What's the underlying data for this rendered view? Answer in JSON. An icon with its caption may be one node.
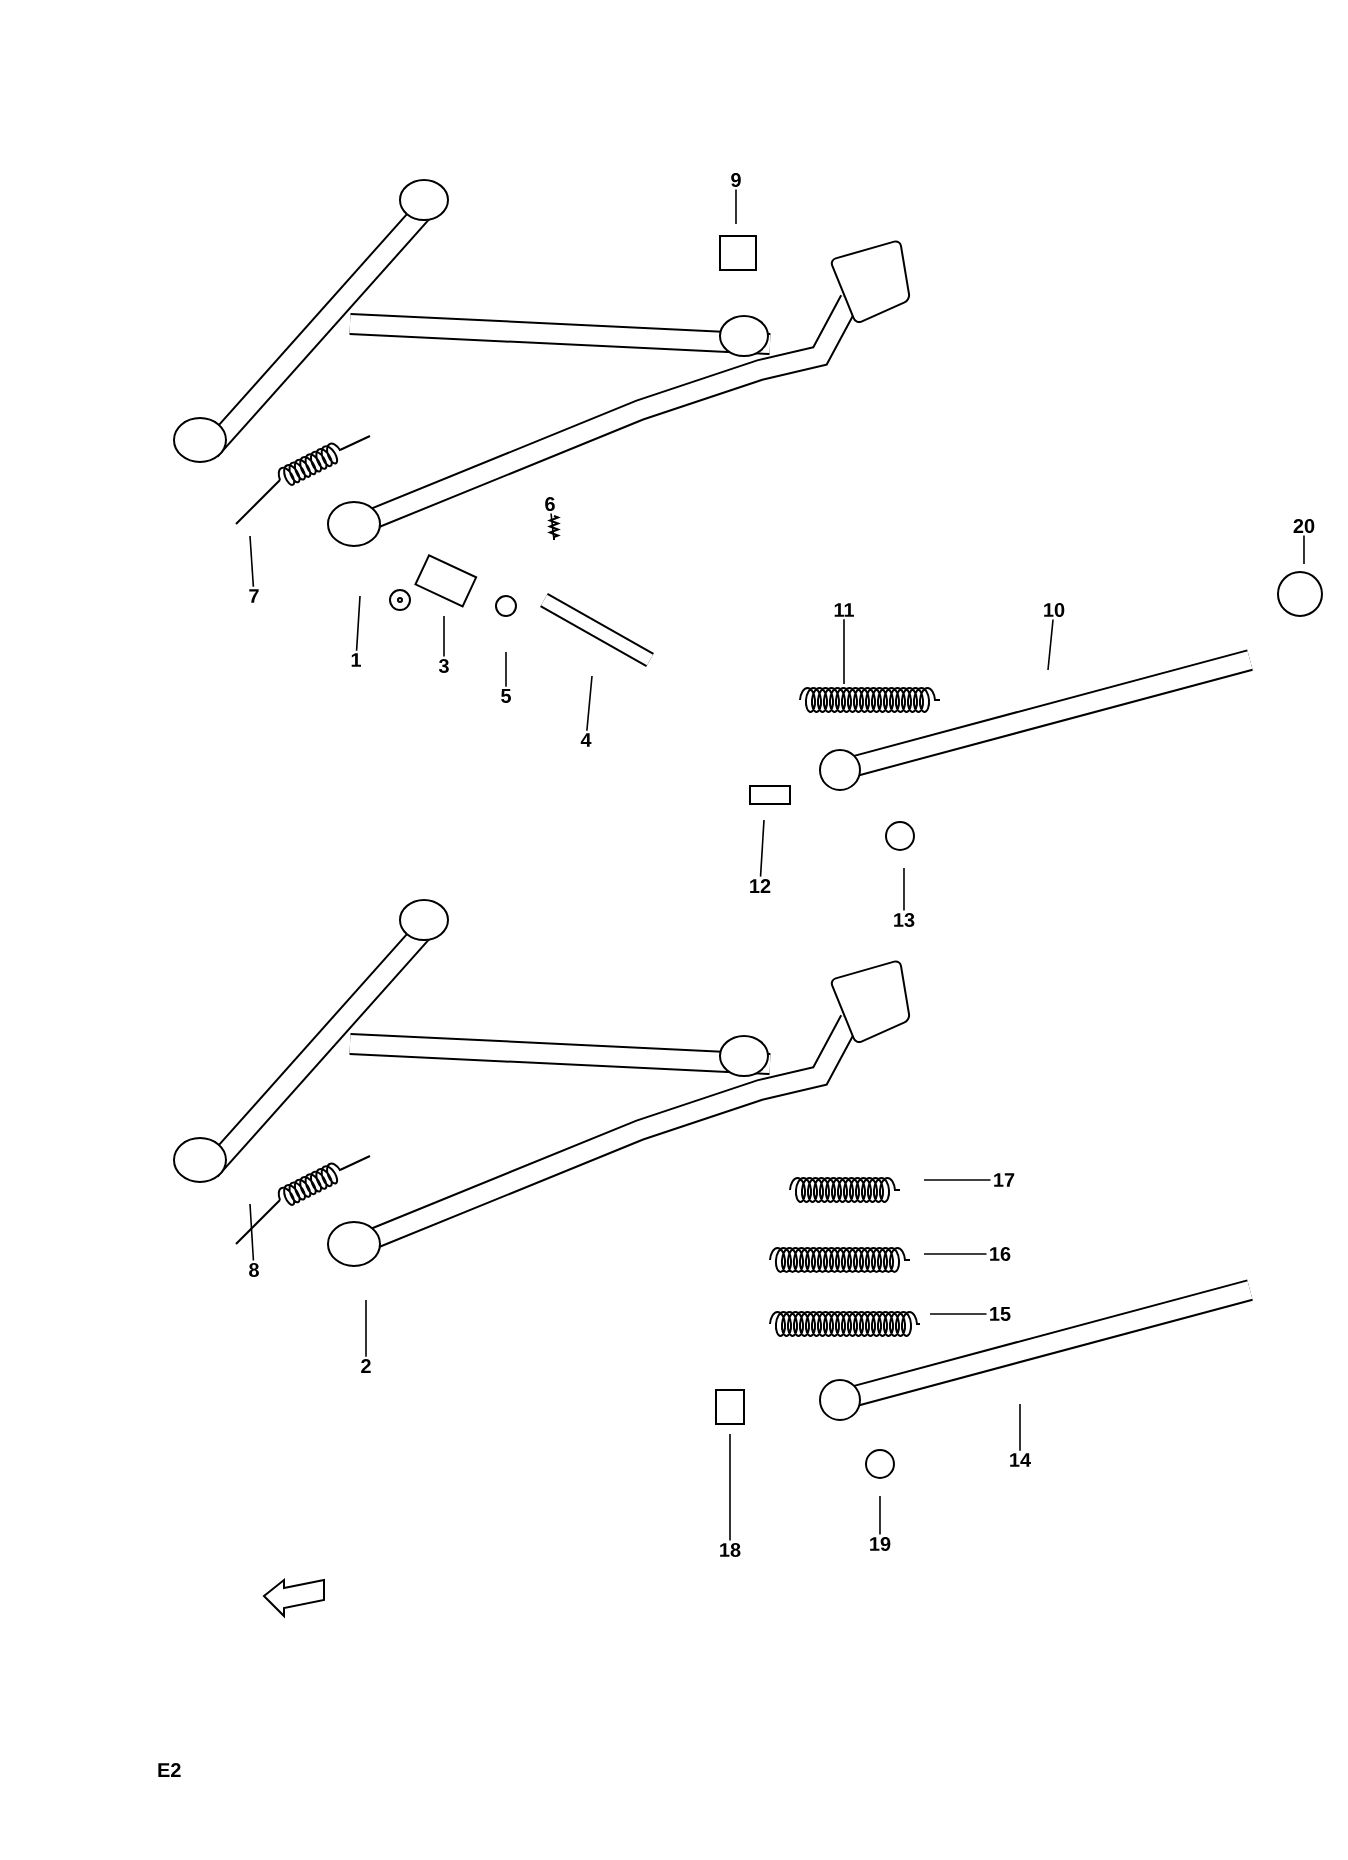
{
  "diagram": {
    "nodes": [
      {
        "text": [
          "1"
        ]
      },
      {
        "text": [
          "2"
        ]
      },
      {
        "text": [
          "3"
        ]
      },
      {
        "text": [
          "4"
        ]
      },
      {
        "text": [
          "5"
        ]
      },
      {
        "text": [
          "6"
        ]
      },
      {
        "text": [
          "7"
        ]
      },
      {
        "text": [
          "8"
        ]
      },
      {
        "text": [
          "9"
        ]
      },
      {
        "text": [
          "10"
        ]
      },
      {
        "text": [
          "11"
        ]
      },
      {
        "text": [
          "12"
        ]
      },
      {
        "text": [
          "13"
        ]
      },
      {
        "text": [
          "14"
        ]
      },
      {
        "text": [
          "15"
        ]
      },
      {
        "text": [
          "16"
        ]
      },
      {
        "text": [
          "17"
        ]
      },
      {
        "text": [
          "18"
        ]
      },
      {
        "text": [
          "19"
        ]
      },
      {
        "text": [
          "20"
        ]
      }
    ],
    "edges": [
      {
        "from": 0,
        "to": null,
        "arrow": "none"
      },
      {
        "from": 1,
        "to": null,
        "arrow": "none"
      },
      {
        "from": 2,
        "to": null,
        "arrow": "none"
      },
      {
        "from": 3,
        "to": null,
        "arrow": "none"
      },
      {
        "from": 4,
        "to": null,
        "arrow": "none"
      },
      {
        "from": 5,
        "to": null,
        "arrow": "none"
      },
      {
        "from": 6,
        "to": null,
        "arrow": "none"
      },
      {
        "from": 7,
        "to": null,
        "arrow": "none"
      },
      {
        "from": 8,
        "to": null,
        "arrow": "none"
      },
      {
        "from": 9,
        "to": null,
        "arrow": "none"
      },
      {
        "from": 10,
        "to": null,
        "arrow": "none"
      },
      {
        "from": 11,
        "to": null,
        "arrow": "none"
      },
      {
        "from": 12,
        "to": null,
        "arrow": "none"
      },
      {
        "from": 13,
        "to": null,
        "arrow": "none"
      },
      {
        "from": 14,
        "to": null,
        "arrow": "none"
      },
      {
        "from": 15,
        "to": null,
        "arrow": "none"
      },
      {
        "from": 16,
        "to": null,
        "arrow": "none"
      },
      {
        "from": 17,
        "to": null,
        "arrow": "none"
      },
      {
        "from": 18,
        "to": null,
        "arrow": "none"
      },
      {
        "from": 19,
        "to": null,
        "arrow": "none"
      }
    ],
    "labels": [
      "E2"
    ]
  }
}
